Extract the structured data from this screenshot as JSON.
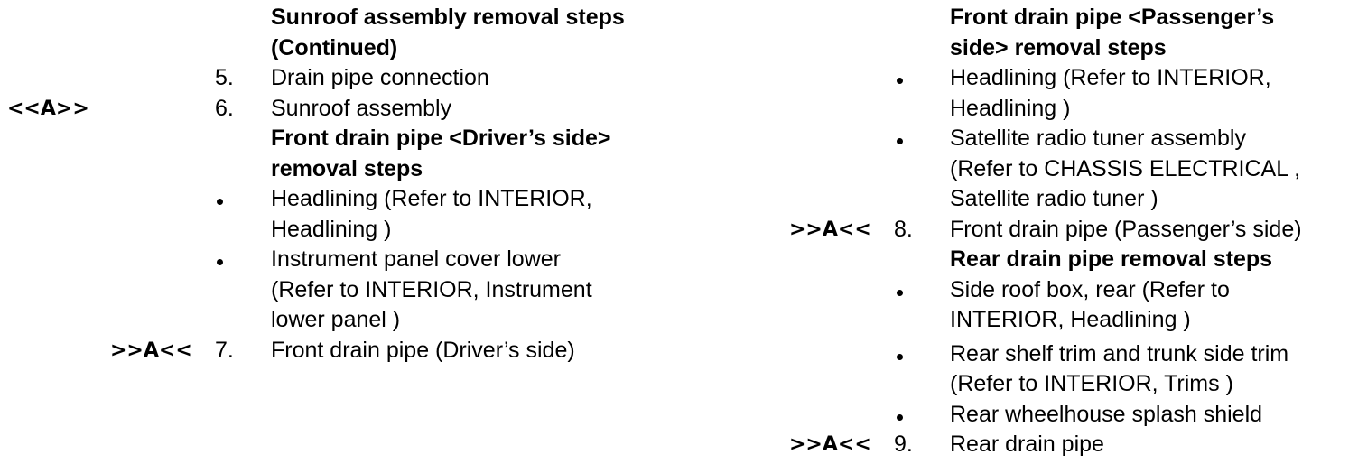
{
  "left": {
    "heading1": [
      "Sunroof assembly removal steps",
      "(Continued)"
    ],
    "items": [
      {
        "marker": "",
        "num": "5.",
        "lines": [
          "Drain pipe connection"
        ]
      },
      {
        "marker": "<<A>>",
        "num": "6.",
        "lines": [
          "Sunroof assembly"
        ]
      }
    ],
    "heading2": [
      "Front drain pipe <Driver’s side>",
      "removal steps"
    ],
    "bullets": [
      {
        "lines": [
          "Headlining (Refer to  INTERIOR,",
          "Headlining )"
        ]
      },
      {
        "lines": [
          "Instrument panel cover lower",
          "(Refer to  INTERIOR, Instrument",
          "lower panel )"
        ]
      }
    ],
    "final": {
      "marker": ">>A<<",
      "num": "7.",
      "lines": [
        "Front drain pipe (Driver’s side)"
      ]
    }
  },
  "right": {
    "heading1": [
      "Front drain pipe <Passenger’s",
      "side> removal steps"
    ],
    "bullets1": [
      {
        "lines": [
          "Headlining (Refer to  INTERIOR,",
          "Headlining )"
        ]
      },
      {
        "lines": [
          "Satellite radio tuner assembly",
          "(Refer to  CHASSIS ELECTRICAL ,",
          "Satellite  radio tuner )"
        ]
      }
    ],
    "item8": {
      "marker": ">>A<<",
      "num": "8.",
      "lines": [
        "Front drain pipe (Passenger’s side)"
      ]
    },
    "heading2": [
      "Rear drain pipe removal steps"
    ],
    "bullets2": [
      {
        "lines": [
          "Side roof box, rear (Refer to",
          "INTERIOR, Headlining )"
        ]
      },
      {
        "lines": [
          "Rear shelf trim and trunk side trim",
          "(Refer to INTERIOR, Trims )"
        ]
      },
      {
        "lines": [
          "Rear wheelhouse splash shield"
        ]
      }
    ],
    "item9": {
      "marker": ">>A<<",
      "num": "9.",
      "lines": [
        "Rear drain pipe"
      ]
    }
  }
}
